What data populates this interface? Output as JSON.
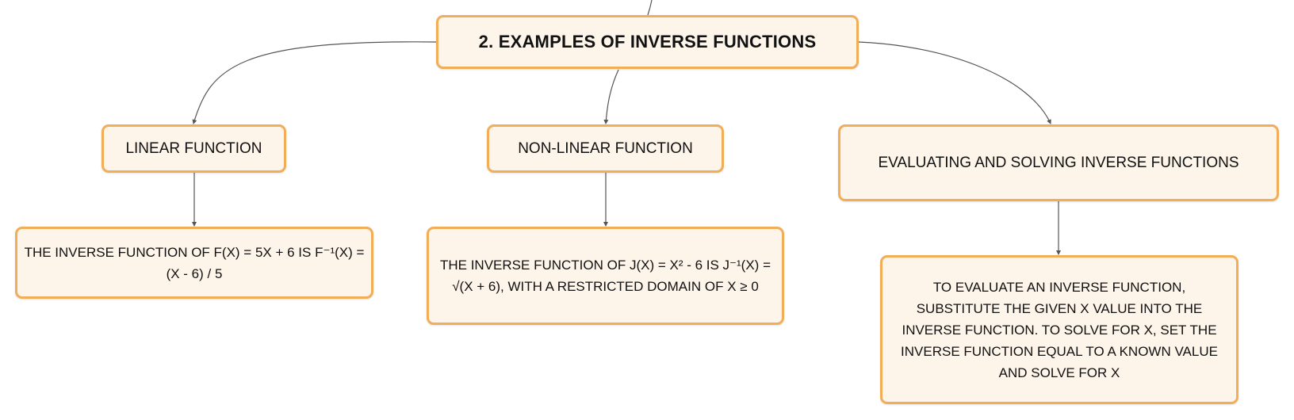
{
  "diagram": {
    "title": "2. EXAMPLES OF INVERSE FUNCTIONS",
    "branches": [
      {
        "label": "LINEAR FUNCTION",
        "detail": "THE INVERSE FUNCTION OF F(X) = 5X + 6 IS F⁻¹(X) = (X - 6) / 5"
      },
      {
        "label": "NON-LINEAR FUNCTION",
        "detail": "THE INVERSE FUNCTION OF J(X) = X² - 6 IS J⁻¹(X) = √(X + 6), WITH A RESTRICTED DOMAIN OF X ≥ 0"
      },
      {
        "label": "EVALUATING AND SOLVING INVERSE FUNCTIONS",
        "detail": "TO EVALUATE AN INVERSE FUNCTION, SUBSTITUTE THE GIVEN X VALUE INTO THE INVERSE FUNCTION. TO SOLVE FOR X, SET THE INVERSE FUNCTION EQUAL TO A KNOWN VALUE AND SOLVE FOR X"
      }
    ],
    "colors": {
      "node_fill": "#fdf4ea",
      "node_border": "#f2ad58",
      "connector": "#555555",
      "text": "#111111"
    }
  }
}
